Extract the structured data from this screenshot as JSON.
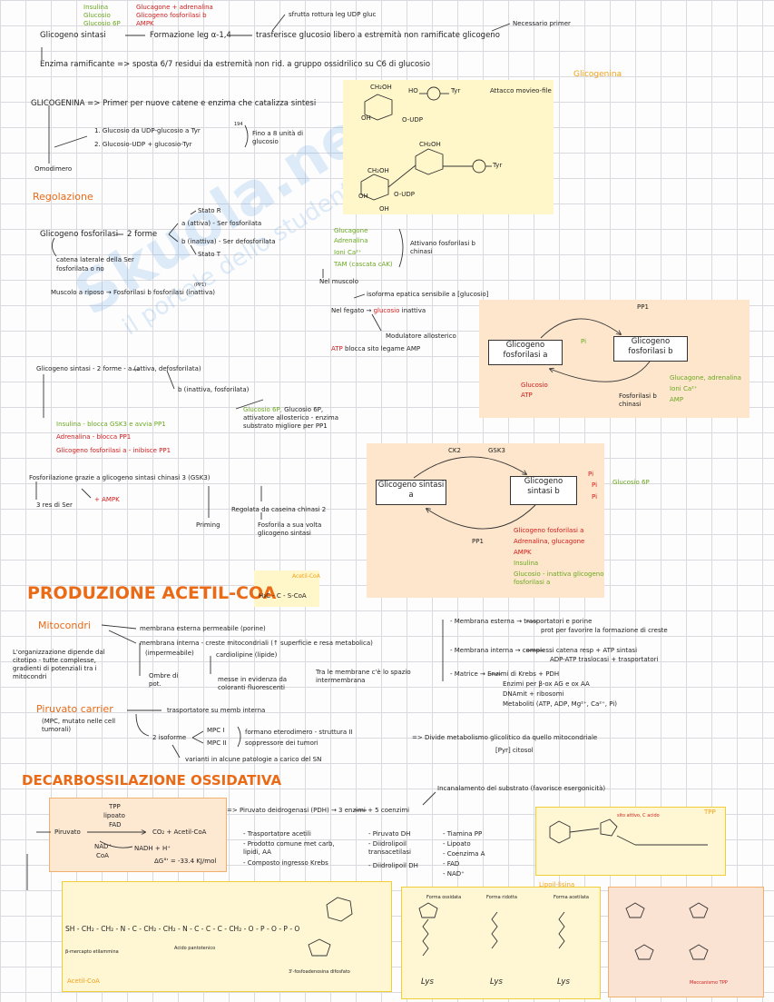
{
  "watermark": {
    "logo": "Skuola.net",
    "tagline": "il portale dello studente"
  },
  "glicogeno_sintasi_regolatori": {
    "insulina": "Insulina",
    "glucosio": "Glucosio",
    "glucosio6p": "Glucosio 6P",
    "glucagone": "Glucagone + adrenalina",
    "fosforilasi": "Glicogeno fosforilasi b",
    "ampk": "AMPK"
  },
  "sintesi": {
    "line1_a": "Glicogeno sintasi",
    "line1_b": "Formazione leg α-1,4",
    "line1_c": "trasferisce glucosio libero a estremità non ramificate glicogeno",
    "line1_top": "sfrutta rottura leg UDP gluc",
    "line1_right": "Necessario primer",
    "line2": "Enzima ramificante => sposta 6/7 residui da estremità non rid. a gruppo ossidrilico su C6 di glucosio"
  },
  "glicogenina": {
    "line1": "GLICOGENINA => Primer per nuove catene e enzima che catalizza sintesi",
    "step1": "1. Glucosio da UDP-glucosio a Tyr",
    "tyr_sup": "194",
    "step2": "2. Glucosio-UDP + glucosio-Tyr",
    "brace": "Fino a 8 unità di glucosio",
    "dimer": "Omodimero",
    "legame": "Attacco movieo-file",
    "label": "Glicogenina",
    "struct_tyr": "Tyr",
    "struct_udp": "O-UDP",
    "struct_ch2oh": "CH₂OH",
    "struct_oh": "OH",
    "struct_ho": "HO"
  },
  "regolazione": {
    "title": "Regolazione",
    "fosforilasi": "Glicogeno fosforilasi",
    "due_forme": "2 forme",
    "forma_a": "a (attiva) - Ser fosforilata",
    "forma_b": "b (inattiva) - Ser defosforilata",
    "stato_r": "Stato R",
    "stato_t": "Stato T",
    "catena": "catena laterale della Ser",
    "catena2": "fosforilata o no",
    "muscolo": "Muscolo a riposo → Fosforilasi b fosforilasi (inattiva)",
    "pp1_small": "(PP1)",
    "attivano_list": [
      "Glucagone",
      "Adrenalina",
      "Ioni Ca²⁺",
      "TAM (cascata cAK)"
    ],
    "attivano": "Attivano fosforilasi b chinasi",
    "nel_muscolo": "Nel muscolo",
    "fegato_iso": "isoforma epatica sensibile a [glucosio]",
    "fegato": "Nel fegato → glucosio inattiva",
    "fegato_red": "glucosio",
    "allosterico": "Modulatore allosterico",
    "atp": "ATP blocca sito legame AMP"
  },
  "cycle1": {
    "left": "Glicogeno fosforilasi a",
    "right": "Glicogeno fosforilasi b",
    "top": "PP1",
    "pi": "Pi",
    "inhib": [
      "Glucosio",
      "ATP"
    ],
    "chinasi": "Fosforilasi b chinasi",
    "activ": [
      "Glucagone, adrenalina",
      "Ioni Ca²⁺",
      "AMP"
    ]
  },
  "sintasi_reg": {
    "line": "Glicogeno sintasi - 2 forme - a (attiva, defosforilata)",
    "b": "b (inattiva, fosforilata)",
    "insulina": "Insulina - blocca GSK3 e avvia PP1",
    "adrenalina": "Adrenalina - blocca PP1",
    "fosforilasi": "Glicogeno fosforilasi a - inibisce PP1",
    "g6p": "Glucosio 6P, attivatore allosterico - enzima substrato migliore per PP1",
    "gsk": "Fosforilazione grazie a glicogeno sintasi chinasi 3 (GSK3)",
    "res": "3 res di Ser",
    "ampk": "+ AMPK",
    "cas": "Regolata da caseina chinasi 2",
    "priming": "Priming",
    "fosforila": "Fosforila a sua volta glicogeno sintasi"
  },
  "cycle2": {
    "left": "Glicogeno sintasi a",
    "right": "Glicogeno sintasi b",
    "ck2": "CK2",
    "gsk3": "GSK3",
    "pp1": "PP1",
    "p": "Pi",
    "g6p": "Glucosio 6P",
    "red": [
      "Glicogeno fosforilasi a",
      "Adrenalina, glucagone",
      "AMPK"
    ],
    "green": [
      "Insulina",
      "Glucosio - inattiva glicogeno fosforilasi a"
    ]
  },
  "acetil": {
    "title": "PRODUZIONE ACETIL-COA",
    "struct_label": "Acetil-CoA",
    "struct_text": "H₃C - C - S-CoA",
    "mitocondri": "Mitocondri",
    "memb_est": "membrana esterna permeabile (porine)",
    "memb_int": "membrana interna - creste mitocondriali (↑ superficie e resa metabolica)",
    "imperm": "(impermeabile)",
    "cardiolip": "cardiolipine (lipide)",
    "organizz": "L'organizzazione dipende dal citotipo - tutte complesse, gradienti di potenziali tra i mitocondri",
    "ombre": "Ombre di pot.",
    "messe": "messe in evidenza da coloranti fluorescenti",
    "spazio": "Tra le membrane c'è lo spazio intermembrana",
    "r_est": "- Membrana esterna → trasportatori e porine",
    "r_est2": "prot per favorire la formazione di creste",
    "r_int": "- Membrana interna → complessi catena resp + ATP sintasi",
    "r_int2": "ADP-ATP traslocasi + trasportatori",
    "r_mat": "- Matrice → Enzimi di Krebs + PDH",
    "r_mat2": "Enzimi per β-ox AG e ox AA",
    "r_mat3": "DNAmit + ribosomi",
    "r_mat4": "Metaboliti (ATP, ADP, Mg²⁺, Ca²⁺, Pi)",
    "carrier": "Piruvato carrier",
    "carrier_t": "trasportatore su memb interna",
    "mpc": "(MPC, mutato nelle cell tumorali)",
    "isoforme": "2 isoforme",
    "mpc1": "MPC I",
    "mpc2": "MPC II",
    "formano": "formano eterodimero - struttura II",
    "sopp": "soppressore dei tumori",
    "varianti": "varianti in alcune patologie a carico del SN",
    "divide": "=> Divide metabolismo glicolitico da quello mitocondriale",
    "pyr": "[Pyr] citosol"
  },
  "decarb": {
    "title": "DECARBOSSILAZIONE OSSIDATIVA",
    "incan": "Incanalamento del substrato (favorisce esergonicità)",
    "tpp": "TPP",
    "lipoato": "lipoato",
    "fad": "FAD",
    "piruvato": "Piruvato",
    "nad": "NAD⁺",
    "coa": "CoA",
    "nadh": "NADH + H⁺",
    "prod": "CO₂ + Acetil-CoA",
    "dg": "ΔG°' = -33.4 KJ/mol",
    "pdh": "=> Piruvato deidrogenasi (PDH) → 3 enzimi + 5 coenzimi",
    "f1": "- Trasportatore acetili",
    "f2": "- Prodotto comune met carb, lipidi, AA",
    "f3": "- Composto ingresso Krebs",
    "enz": [
      "- Piruvato DH",
      "- Diidrolipoil transacetilasi",
      "- Diidrolipoil DH"
    ],
    "coenz": [
      "- Tiamina PP",
      "- Lipoato",
      "- Coenzima A",
      "- FAD",
      "- NAD⁺"
    ],
    "tpp_box": "TPP",
    "tpp_note": "sito attivo, C acido",
    "acetil_box": "Acetil-CoA",
    "acetil_chain": "SH - CH₂ - CH₂ - N - C - CH₂ - CH₂ - N - C - C - C - CH₂ - O - P - O - P - O",
    "acetil_b1": "β-mercapto etilammina",
    "acetil_b2": "Acido pantotenico",
    "acetil_b3": "3'-fosfoadenosina difosfato",
    "lip_box": "Lipoil-lisina",
    "lys": [
      "Lys",
      "Lys",
      "Lys"
    ],
    "lip_forms": [
      "Forma ossidata",
      "Forma ridotta",
      "Forma acetilata"
    ],
    "mech_box": "Meccanismo TPP"
  }
}
